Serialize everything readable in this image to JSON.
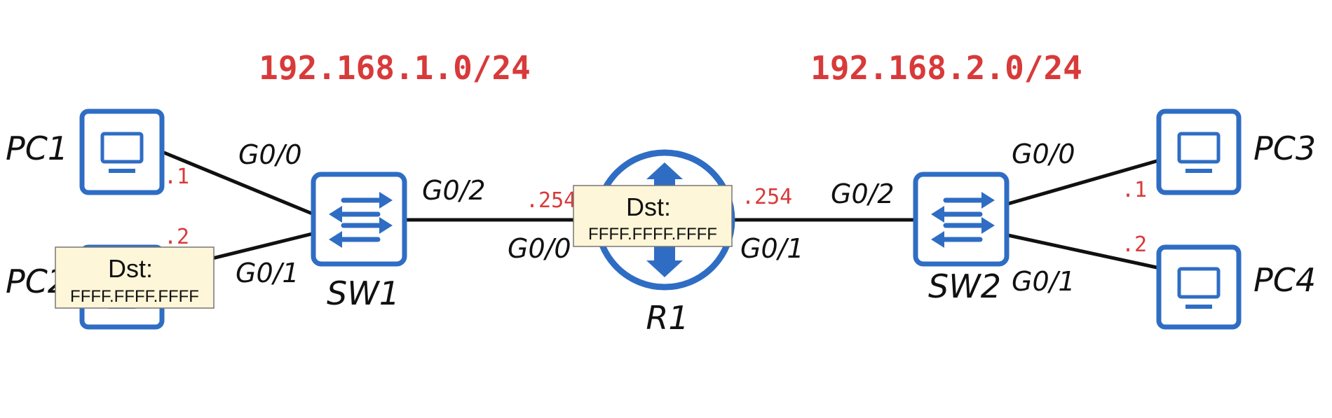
{
  "colors": {
    "device_blue": "#2f6dc4",
    "subnet_red": "#d83a3a",
    "link_black": "#111111",
    "tag_fill": "#fdf6d8",
    "tag_border": "#777777"
  },
  "subnets": {
    "left": "192.168.1.0/24",
    "right": "192.168.2.0/24"
  },
  "devices": {
    "pc1": {
      "label": "PC1",
      "icon": "monitor-icon"
    },
    "pc2": {
      "label": "PC2",
      "icon": "monitor-icon"
    },
    "pc3": {
      "label": "PC3",
      "icon": "monitor-icon"
    },
    "pc4": {
      "label": "PC4",
      "icon": "monitor-icon"
    },
    "sw1": {
      "label": "SW1",
      "icon": "switch-arrows-icon"
    },
    "sw2": {
      "label": "SW2",
      "icon": "switch-arrows-icon"
    },
    "r1": {
      "label": "R1",
      "icon": "router-arrows-icon"
    }
  },
  "interfaces": {
    "sw1_g00": "G0/0",
    "sw1_g01": "G0/1",
    "sw1_g02": "G0/2",
    "r1_g00": "G0/0",
    "r1_g01": "G0/1",
    "sw2_g02": "G0/2",
    "sw2_g00": "G0/0",
    "sw2_g01": "G0/1"
  },
  "host_ips": {
    "pc1": ".1",
    "pc2": ".2",
    "r1_left": ".254",
    "r1_right": ".254",
    "pc3": ".1",
    "pc4": ".2"
  },
  "frame_tags": [
    {
      "title": "Dst:",
      "value": "FFFF.FFFF.FFFF"
    },
    {
      "title": "Dst:",
      "value": "FFFF.FFFF.FFFF"
    }
  ]
}
